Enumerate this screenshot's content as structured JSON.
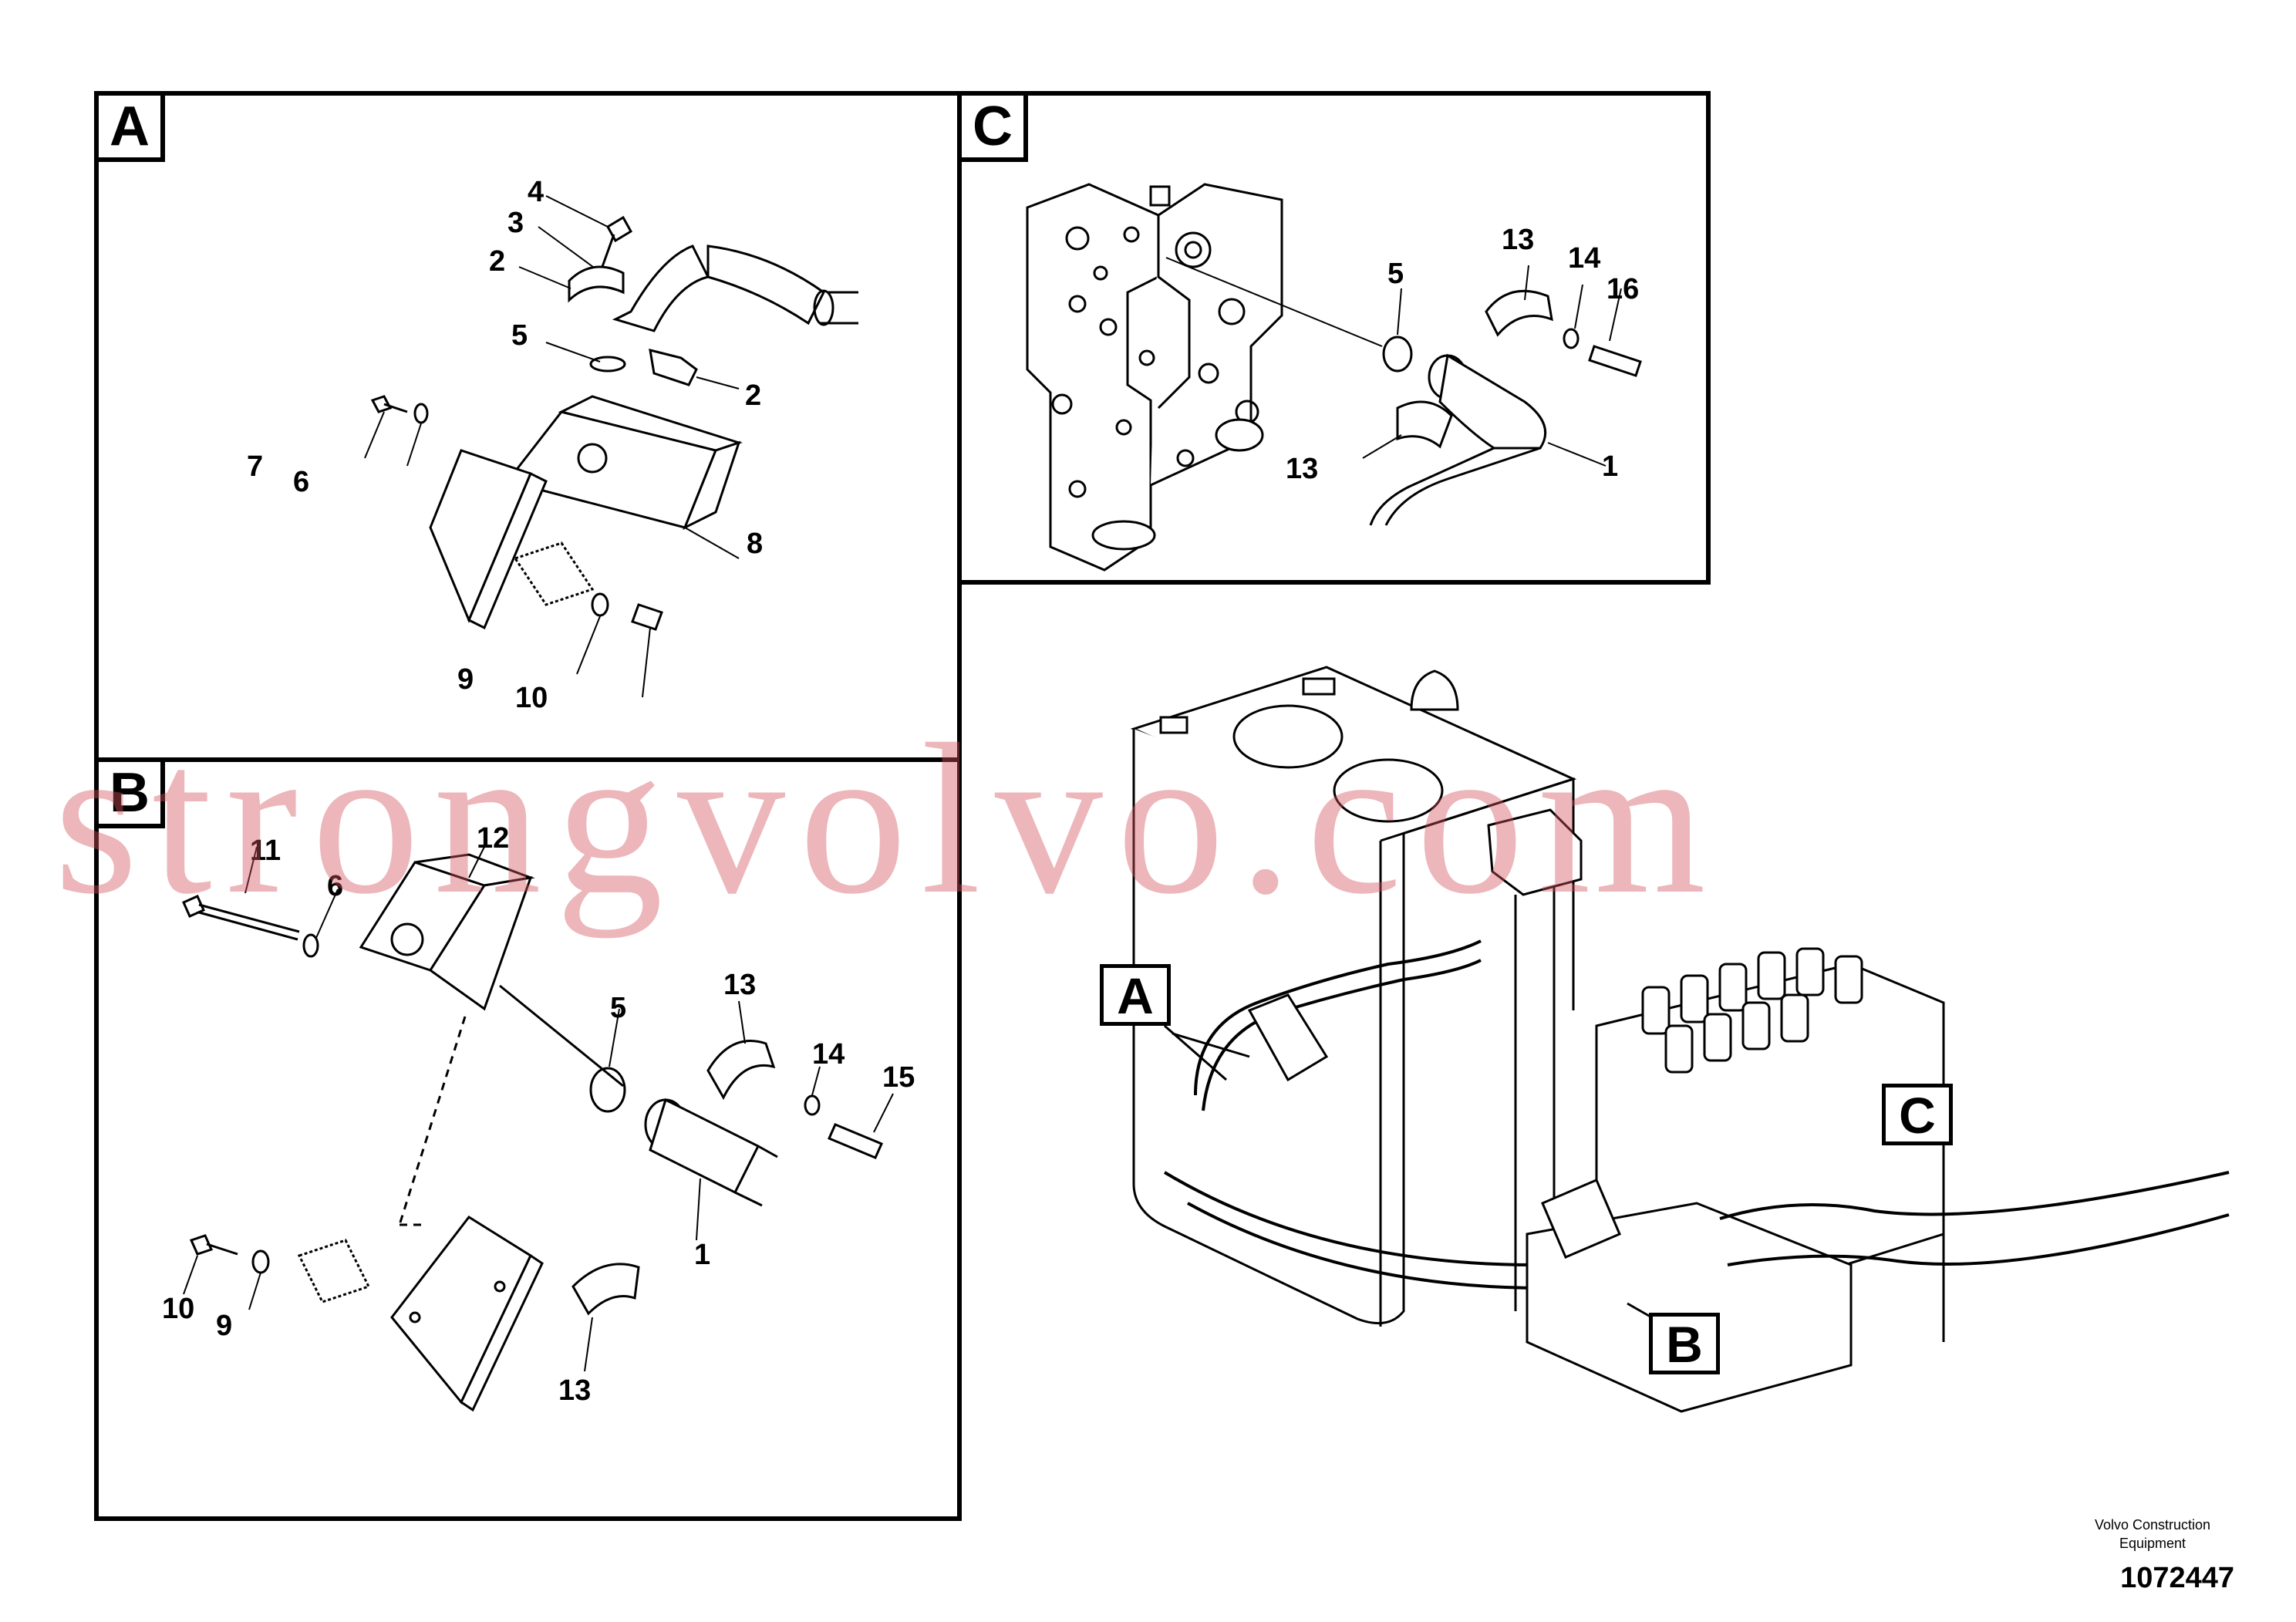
{
  "panels": {
    "A": {
      "tag": "A",
      "callouts": [
        "4",
        "3",
        "2",
        "5",
        "2",
        "7",
        "6",
        "8",
        "9",
        "10"
      ]
    },
    "B": {
      "tag": "B",
      "callouts": [
        "12",
        "11",
        "6",
        "5",
        "13",
        "14",
        "15",
        "1",
        "10",
        "9",
        "13"
      ]
    },
    "C": {
      "tag": "C",
      "callouts": [
        "13",
        "14",
        "16",
        "5",
        "13",
        "1"
      ]
    }
  },
  "overview": {
    "tags": [
      "A",
      "B",
      "C"
    ]
  },
  "watermark": "strongvolvo.com",
  "footer": {
    "company_line1": "Volvo Construction",
    "company_line2": "Equipment",
    "drawing_number": "1072447"
  },
  "colors": {
    "line": "#000000",
    "watermark": "#d2505a",
    "background": "#ffffff"
  }
}
